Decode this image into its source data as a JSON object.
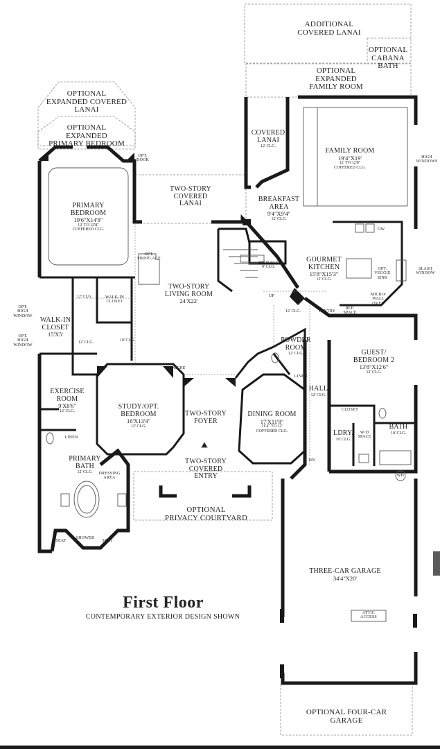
{
  "title": "First Floor",
  "subtitle": "CONTEMPORARY EXTERIOR DESIGN SHOWN",
  "rooms": {
    "additional_lanai": {
      "lines": [
        "ADDITIONAL",
        "COVERED LANAI"
      ]
    },
    "cabana_bath": {
      "lines": [
        "OPTIONAL",
        "CABANA",
        "BATH"
      ]
    },
    "exp_family": {
      "lines": [
        "OPTIONAL",
        "EXPANDED",
        "FAMILY ROOM"
      ]
    },
    "exp_lanai": {
      "lines": [
        "OPTIONAL",
        "EXPANDED COVERED",
        "LANAI"
      ]
    },
    "exp_primary": {
      "lines": [
        "OPTIONAL",
        "EXPANDED",
        "PRIMARY BEDROOM"
      ]
    },
    "covered_lanai": {
      "name": [
        "COVERED",
        "LANAI"
      ],
      "clg": "12' CLG."
    },
    "family_room": {
      "name": "FAMILY ROOM",
      "dims": "19'4\"X19'",
      "clg": [
        "12' TO 12'8\"",
        "COFFERED CLG."
      ]
    },
    "high_windows": {
      "lines": [
        "HIGH",
        "WINDOWS"
      ]
    },
    "opt_door": {
      "lines": [
        "OPT.",
        "DOOR"
      ]
    },
    "two_story_lanai": {
      "lines": [
        "TWO-STORY",
        "COVERED",
        "LANAI"
      ]
    },
    "breakfast": {
      "name": [
        "BREAKFAST",
        "AREA"
      ],
      "dims": "9'4\"X9'4\"",
      "clg": "12' CLG."
    },
    "primary_bedroom": {
      "name": [
        "PRIMARY",
        "BEDROOM"
      ],
      "dims": "19'6\"X14'8\"",
      "clg": [
        "12' TO 12'8\"",
        "COFFERED CLG."
      ]
    },
    "dw": "DW",
    "opt_fireplace": {
      "lines": [
        "OPT.",
        "FIREPLACE"
      ]
    },
    "storage": {
      "name": "STORAGE",
      "clg": "9' CLG."
    },
    "kitchen": {
      "name": [
        "GOURMET",
        "KITCHEN"
      ],
      "dims": "15'8\"X15'3\"",
      "clg": "12' CLG."
    },
    "veggie_sink": {
      "lines": [
        "OPT.",
        "VEGGIE",
        "SINK"
      ]
    },
    "slash_window": {
      "lines": [
        "SLASH",
        "WINDOW"
      ]
    },
    "micro_oven": {
      "lines": [
        "MICRO/",
        "WALL",
        "OVEN"
      ]
    },
    "living_room": {
      "name": [
        "TWO-STORY",
        "LIVING ROOM"
      ],
      "dims": "24'X22'"
    },
    "up": "UP",
    "clg_12_a": "12' CLG.",
    "walk_in_closet_small": {
      "lines": [
        "WALK-IN",
        "CLOSET"
      ]
    },
    "opt_high_window_1": {
      "lines": [
        "OPT.",
        "HIGH",
        "WINDOW"
      ]
    },
    "opt_high_window_2": {
      "lines": [
        "OPT.",
        "HIGH",
        "WINDOW"
      ]
    },
    "walk_in_closet": {
      "name": [
        "WALK-IN",
        "CLOSET"
      ],
      "dims": "15'X5'"
    },
    "clg_12_b": "12' CLG.",
    "clg_12_c": "12' CLG.",
    "clg_10": "10' CLG.",
    "pantry": "PANTRY",
    "ref_space": {
      "lines": [
        "REF.",
        "SPACE"
      ]
    },
    "powder": {
      "name": [
        "POWDER",
        "ROOM"
      ],
      "clg": "12' CLG."
    },
    "guest_bedroom": {
      "name": [
        "GUEST/",
        "BEDROOM 2"
      ],
      "dims": "13'8\"X12'6\"",
      "clg": "12' CLG."
    },
    "linen_1": "LINEN",
    "niche": "NICHE",
    "exercise": {
      "name": [
        "EXERCISE",
        "ROOM"
      ],
      "dims": "9'X8'6\"",
      "clg": "12' CLG."
    },
    "study": {
      "name": [
        "STUDY/OPT.",
        "BEDROOM"
      ],
      "dims": "16'X13'4\"",
      "clg": "12' CLG."
    },
    "foyer": {
      "name": [
        "TWO-STORY",
        "FOYER"
      ]
    },
    "dining": {
      "name": "DINING ROOM",
      "dims": "17'X11'8\"",
      "clg": [
        "11'4\" TO 12'",
        "COFFERED CLG."
      ]
    },
    "hall": {
      "name": "HALL",
      "clg": "12' CLG."
    },
    "closet": "CLOSET",
    "bath": {
      "name": "BATH",
      "clg": "10' CLG."
    },
    "linen_2": "LINEN",
    "ldry": {
      "name": "LDRY.",
      "clg": "10' CLG."
    },
    "wd_space": {
      "lines": [
        "W/D",
        "SPACE"
      ]
    },
    "primary_bath": {
      "name": [
        "PRIMARY",
        "BATH"
      ],
      "clg": "12' CLG."
    },
    "dressing": {
      "lines": [
        "DRESSING",
        "AREA"
      ]
    },
    "entry": {
      "name": [
        "TWO-STORY",
        "COVERED",
        "ENTRY"
      ]
    },
    "dn": "DN",
    "wh": "WH",
    "privacy": {
      "lines": [
        "OPTIONAL",
        "PRIVACY COURTYARD"
      ]
    },
    "seat_l": "SEAT",
    "shower": "SHOWER",
    "seat_r": "SEAT",
    "garage": {
      "name": "THREE-CAR GARAGE",
      "dims": "34'4\"X20'"
    },
    "attic": {
      "lines": [
        "ATTIC",
        "ACCESS"
      ]
    },
    "four_car": {
      "lines": [
        "OPTIONAL FOUR-CAR",
        "GARAGE"
      ]
    }
  },
  "colors": {
    "wall": "#1a1a1a",
    "thin": "#555555",
    "dashed": "#8a8a8a",
    "scrollbar": "#5a5a5a"
  }
}
